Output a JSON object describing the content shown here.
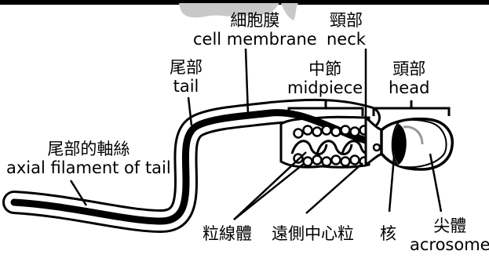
{
  "labels": {
    "cell_membrane": {
      "zh": "細胞膜",
      "en": "cell membrane"
    },
    "neck": {
      "zh": "頸部",
      "en": "neck"
    },
    "tail": {
      "zh": "尾部",
      "en": "tail"
    },
    "midpiece": {
      "zh": "中節",
      "en": "midpiece"
    },
    "head": {
      "zh": "頭部",
      "en": "head"
    },
    "axial_filament": {
      "zh": "尾部的軸絲",
      "en": "axial filament of tail"
    },
    "mitochondria": {
      "zh": "粒線體"
    },
    "distal_centriole": {
      "zh": "遠側中心粒"
    },
    "nucleus": {
      "zh": "核"
    },
    "acrosome": {
      "zh": "尖體",
      "en": "acrosome"
    }
  },
  "colors": {
    "background": "#ffffff",
    "ink": "#000000",
    "body_fill": "#ffffff",
    "top_bar": "#000000",
    "top_shadow": "#c8c8c8"
  }
}
